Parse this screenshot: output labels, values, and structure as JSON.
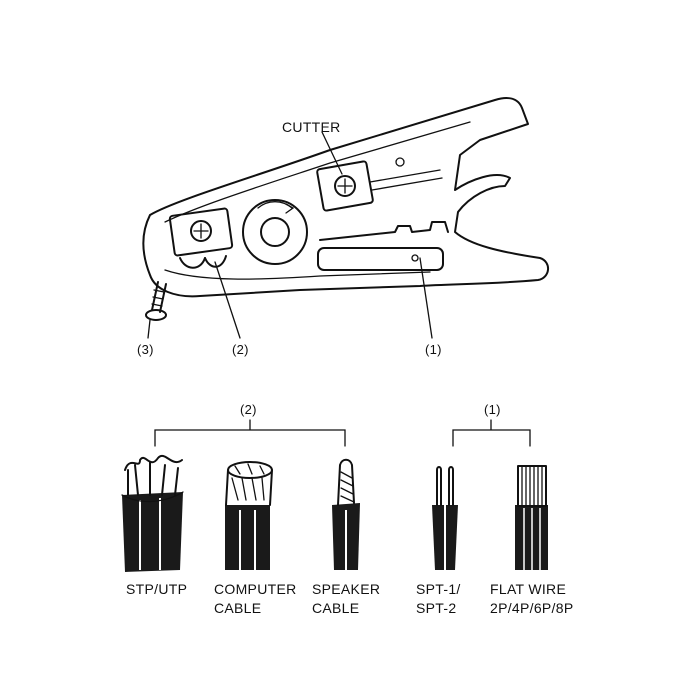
{
  "tool": {
    "cutter_label": "CUTTER",
    "callouts": {
      "c1": "(1)",
      "c2": "(2)",
      "c3": "(3)"
    }
  },
  "groups": {
    "group2_label": "(2)",
    "group1_label": "(1)"
  },
  "cables": [
    {
      "line1": "STP/UTP",
      "line2": ""
    },
    {
      "line1": "COMPUTER",
      "line2": "CABLE"
    },
    {
      "line1": "SPEAKER",
      "line2": "CABLE"
    },
    {
      "line1": "SPT-1/",
      "line2": "SPT-2"
    },
    {
      "line1": "FLAT WIRE",
      "line2": "2P/4P/6P/8P"
    }
  ]
}
